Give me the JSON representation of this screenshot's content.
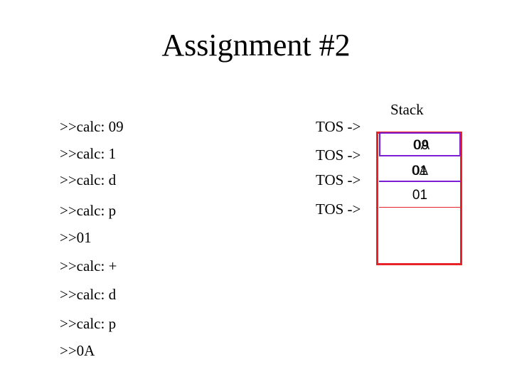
{
  "title": "Assignment #2",
  "commands": [
    ">>calc: 09",
    ">>calc: 1",
    ">>calc: d",
    ">>calc: p",
    ">>01",
    ">>calc: +",
    ">>calc: d",
    ">>calc: p",
    ">>0A"
  ],
  "tos_labels": [
    "TOS ->",
    "TOS ->",
    "TOS ->",
    "TOS ->"
  ],
  "stack": {
    "label": "Stack",
    "cells": [
      {
        "values": [
          "09",
          "0A"
        ]
      },
      {
        "values": [
          "01",
          "0A"
        ]
      },
      {
        "values": [
          "01"
        ]
      }
    ]
  },
  "colors": {
    "stack_border": "#e8232a",
    "cell_border": "#7c1fd4"
  }
}
